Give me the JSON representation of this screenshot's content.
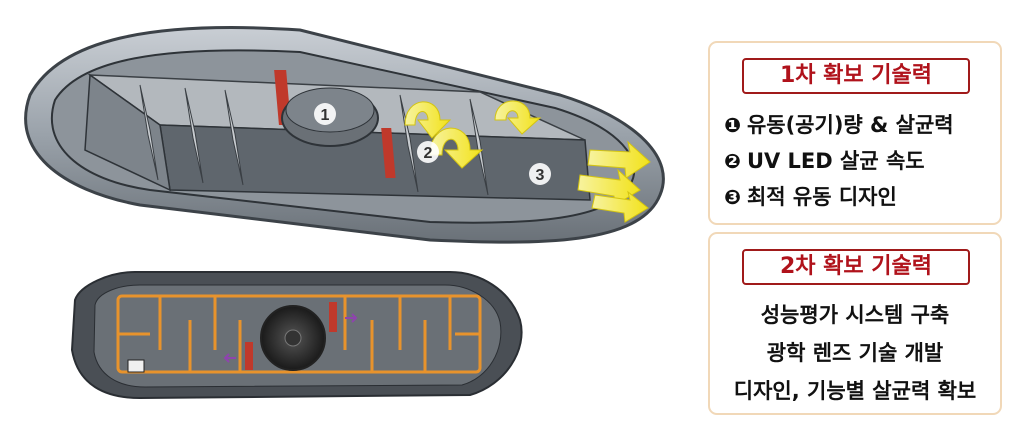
{
  "figure": {
    "callouts": [
      "1",
      "2",
      "3"
    ]
  },
  "panel1": {
    "title": "1차 확보 기술력",
    "items": [
      {
        "marker": "❶",
        "text": "유동(공기)량 & 살균력"
      },
      {
        "marker": "❷",
        "text": "UV LED 살균 속도"
      },
      {
        "marker": "❸",
        "text": "최적 유동 디자인"
      }
    ]
  },
  "panel2": {
    "title": "2차 확보 기술력",
    "items": [
      "성능평가 시스템 구축",
      "광학 렌즈 기술 개발",
      "디자인, 기능별 살균력 확보"
    ]
  },
  "colors": {
    "title_red": "#b0121b",
    "panel_border": "#f1d8b8",
    "flow_yellow": "#f2e21a",
    "channel_orange": "#e8932c"
  }
}
